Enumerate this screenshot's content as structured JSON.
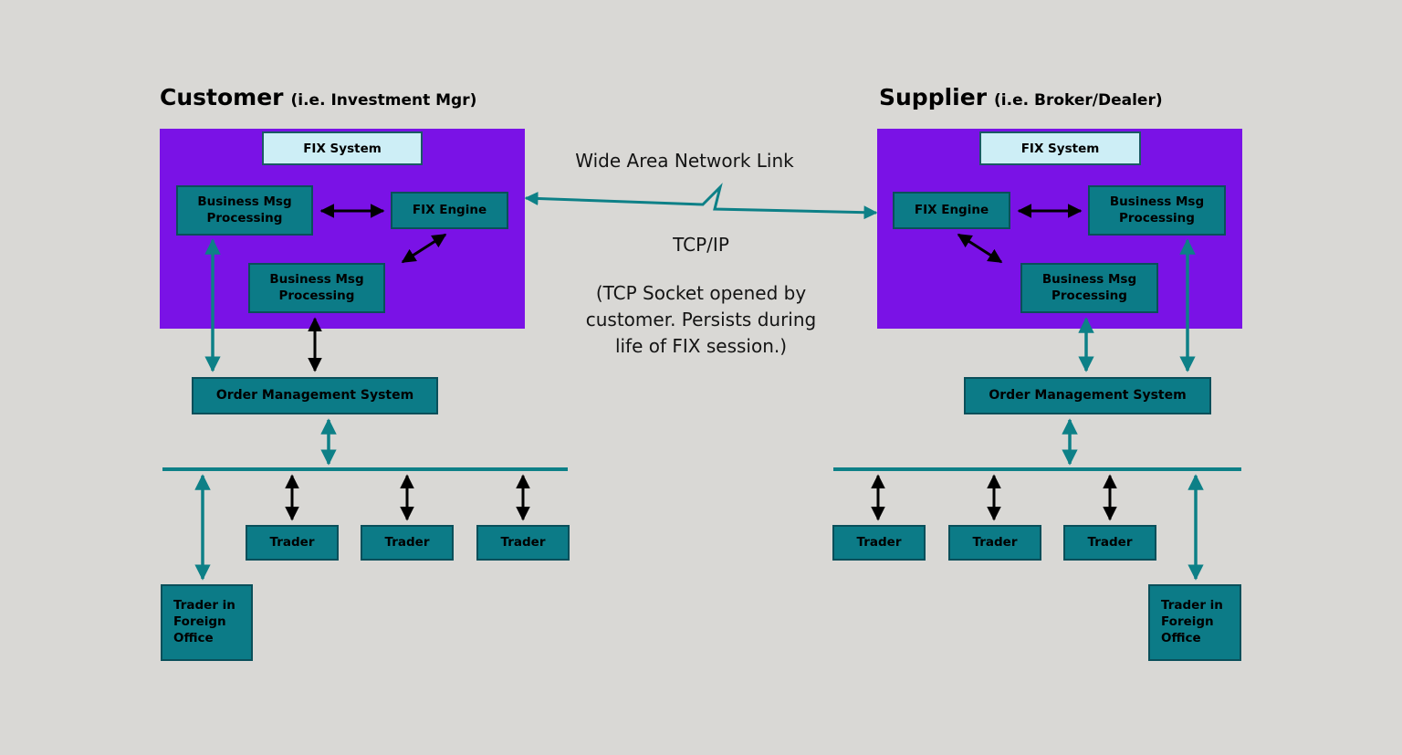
{
  "colors": {
    "background": "#d9d8d5",
    "purple_panel": "#7a12e6",
    "teal_box": "#0c7b87",
    "teal_box_border": "#0a4f5a",
    "cyan_box": "#cdeef6",
    "teal_arrow": "#0d8087",
    "black_arrow": "#000000"
  },
  "customer": {
    "title": "Customer",
    "subtitle": "(i.e. Investment Mgr)",
    "fix_system": "FIX System",
    "bmp_top": "Business Msg\nProcessing",
    "fix_engine": "FIX Engine",
    "bmp_bottom": "Business Msg\nProcessing",
    "oms": "Order Management System",
    "traders": [
      "Trader",
      "Trader",
      "Trader"
    ],
    "trader_foreign": "Trader in\nForeign\nOffice"
  },
  "supplier": {
    "title": "Supplier",
    "subtitle": "(i.e. Broker/Dealer)",
    "fix_system": "FIX System",
    "fix_engine": "FIX Engine",
    "bmp_top": "Business Msg\nProcessing",
    "bmp_bottom": "Business Msg\nProcessing",
    "oms": "Order Management System",
    "traders": [
      "Trader",
      "Trader",
      "Trader"
    ],
    "trader_foreign": "Trader in\nForeign\nOffice"
  },
  "link": {
    "wan_label": "Wide Area Network Link",
    "protocol_label": "TCP/IP",
    "note": "(TCP Socket opened by\ncustomer. Persists during\nlife of FIX session.)"
  }
}
